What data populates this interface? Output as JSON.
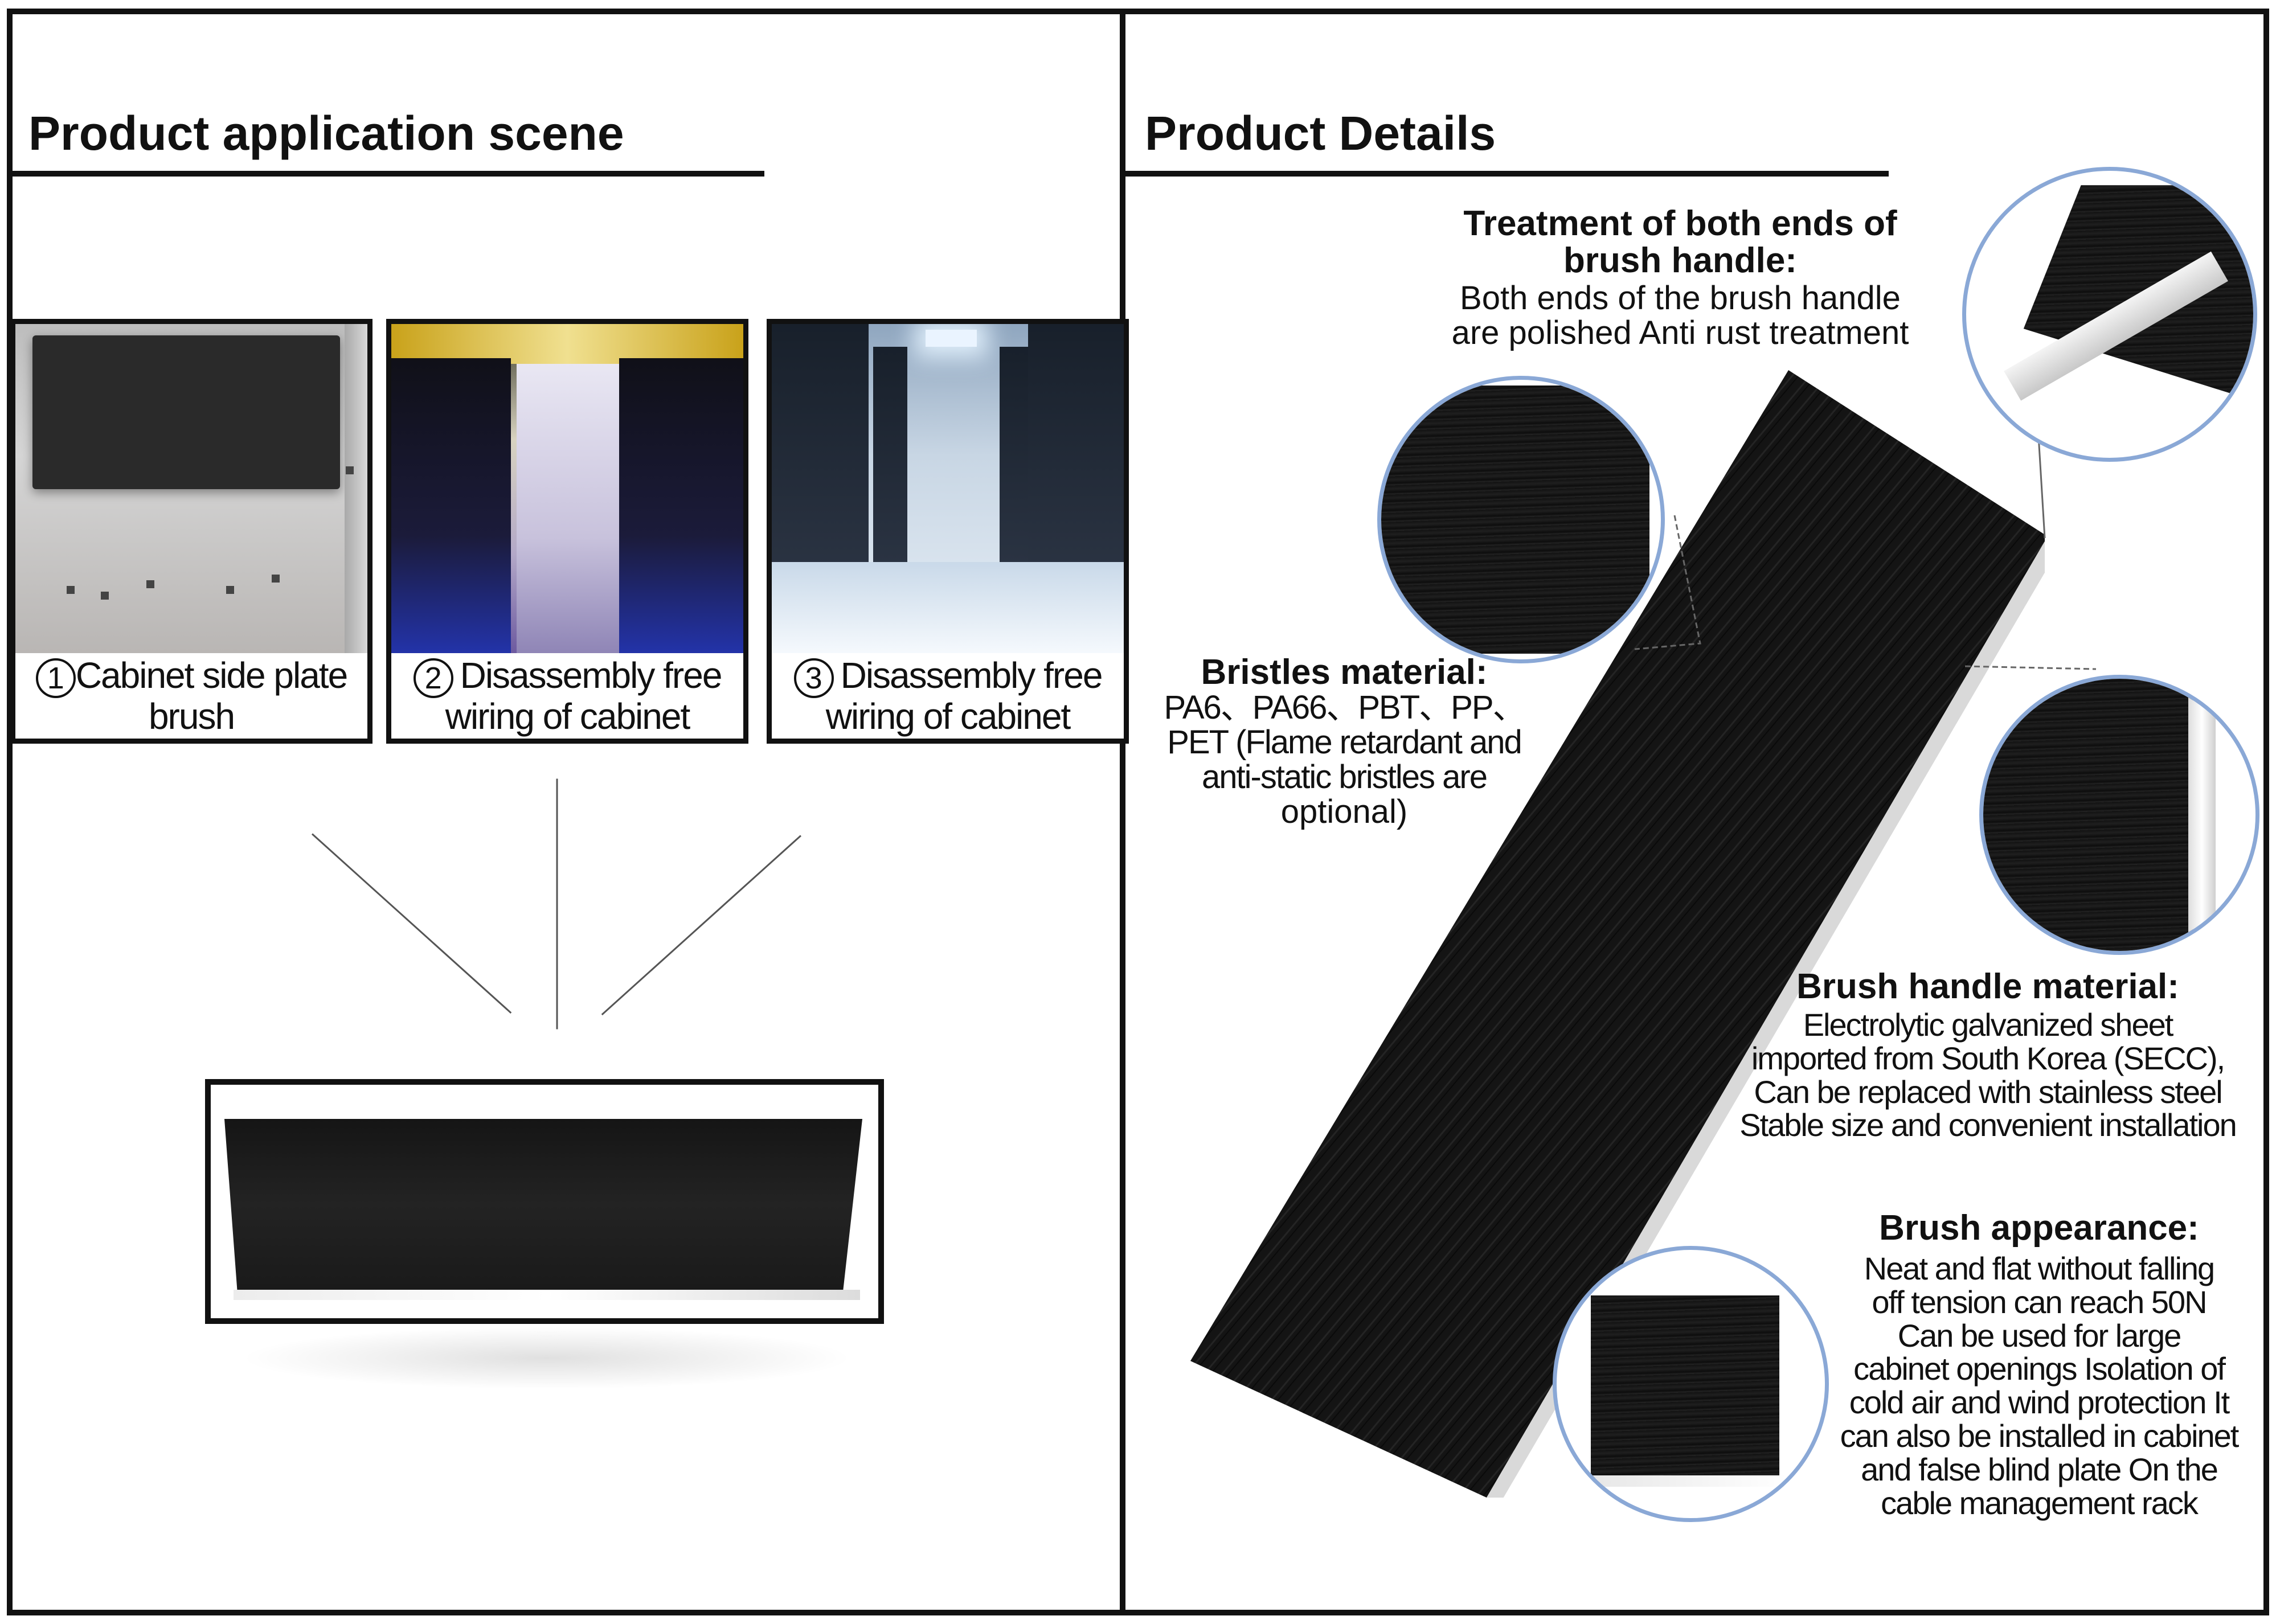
{
  "left_section": {
    "title": "Product application scene",
    "scenes": [
      {
        "number": "1",
        "caption_line1": "Cabinet side plate",
        "caption_line2": "brush"
      },
      {
        "number": "2",
        "caption_line1": "Disassembly free",
        "caption_line2": "wiring of cabinet"
      },
      {
        "number": "3",
        "caption_line1": "Disassembly free",
        "caption_line2": "wiring of cabinet"
      }
    ]
  },
  "right_section": {
    "title": "Product Details",
    "callouts": {
      "treatment": {
        "heading_line1": "Treatment of both ends of",
        "heading_line2": "brush handle:",
        "lines": [
          "Both ends of the brush handle",
          "are  polished Anti rust treatment"
        ]
      },
      "bristles": {
        "heading": "Bristles material:",
        "lines": [
          "PA6、PA66、PBT、PP、",
          "PET  (Flame retardant and",
          "anti-static bristles  are",
          "optional)"
        ]
      },
      "handle": {
        "heading": "Brush handle material:",
        "lines": [
          "Electrolytic galvanized sheet",
          "imported  from South Korea (SECC),",
          "Can be replaced with stainless steel",
          "Stable size and convenient installation"
        ]
      },
      "appearance": {
        "heading": "Brush appearance:",
        "lines": [
          "Neat and flat without falling",
          "off tension can reach 50N",
          "Can be used for large",
          "cabinet openings Isolation of",
          "cold air and wind protection It",
          "can also be installed in cabinet",
          "and false blind plate On the",
          "cable management rack"
        ]
      }
    }
  },
  "colors": {
    "frame": "#111111",
    "zoom_ring": "#8aa8d6",
    "bristle": "#151515"
  }
}
